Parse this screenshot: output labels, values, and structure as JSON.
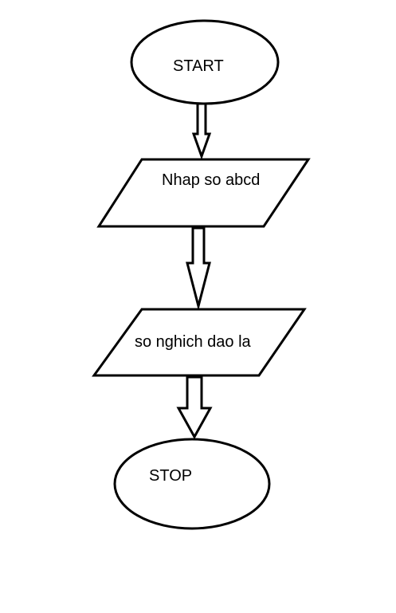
{
  "flowchart": {
    "start": {
      "label": "START"
    },
    "input": {
      "label": "Nhap so abcd"
    },
    "output": {
      "label": "so nghich dao la"
    },
    "stop": {
      "label": "STOP"
    }
  },
  "colors": {
    "stroke": "#000000",
    "fill": "#ffffff",
    "background": "#ffffff"
  }
}
